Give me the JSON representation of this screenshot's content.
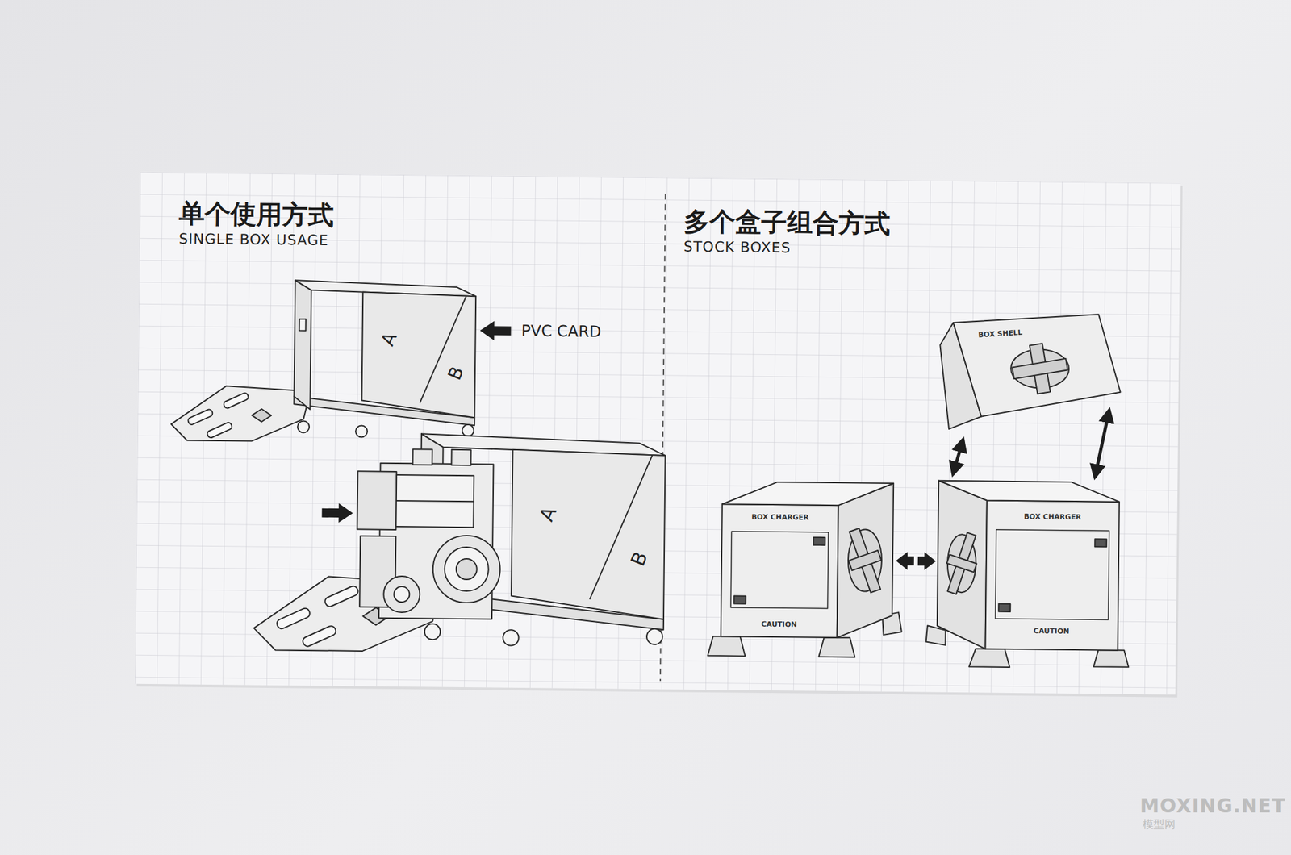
{
  "diagram": {
    "labels": [
      "单个使用方式",
      "SINGLE BOX USAGE",
      "PVC CARD",
      "A",
      "B",
      "A",
      "B",
      "多个盒子组合方式",
      "STOCK BOXES",
      "BOX SHELL",
      "BOX CHARGER",
      "CAUTION",
      "BOX CHARGER",
      "CAUTION",
      "MOXING.NET",
      "模型网"
    ]
  }
}
